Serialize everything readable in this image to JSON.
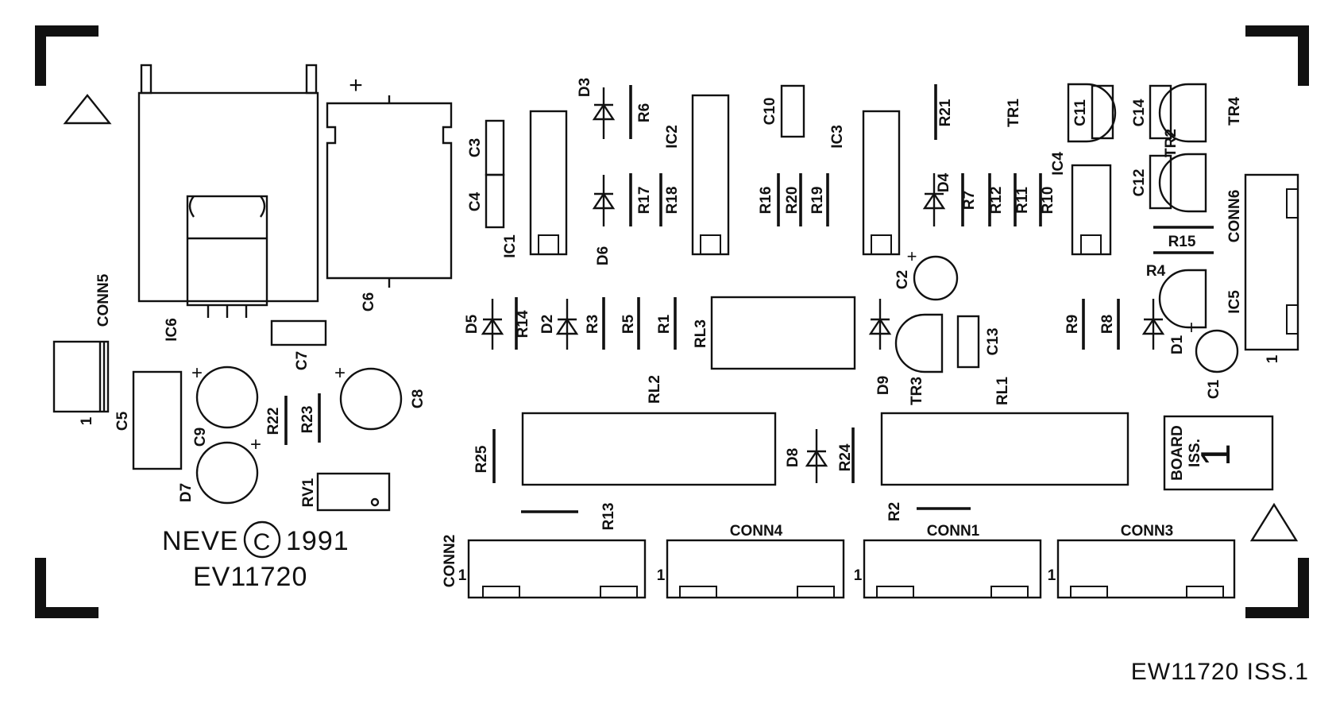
{
  "board": {
    "maker": "NEVE",
    "copyright_symbol": "C",
    "year": "1991",
    "part_number": "EV11720",
    "footer_ref": "EW11720 ISS.1",
    "issue_box": {
      "line1": "BOARD",
      "line2": "ISS.",
      "number": "1"
    }
  },
  "labels": {
    "IC1": "IC1",
    "IC2": "IC2",
    "IC3": "IC3",
    "IC4": "IC4",
    "IC5": "IC5",
    "IC6": "IC6",
    "C1": "C1",
    "C2": "C2",
    "C3": "C3",
    "C4": "C4",
    "C5": "C5",
    "C6": "C6",
    "C7": "C7",
    "C8": "C8",
    "C9": "C9",
    "C10": "C10",
    "C11": "C11",
    "C12": "C12",
    "C13": "C13",
    "C14": "C14",
    "D1": "D1",
    "D2": "D2",
    "D3": "D3",
    "D4": "D4",
    "D5": "D5",
    "D6": "D6",
    "D7": "D7",
    "D8": "D8",
    "D9": "D9",
    "R1": "R1",
    "R2": "R2",
    "R3": "R3",
    "R4": "R4",
    "R5": "R5",
    "R6": "R6",
    "R7": "R7",
    "R8": "R8",
    "R9": "R9",
    "R10": "R10",
    "R11": "R11",
    "R12": "R12",
    "R13": "R13",
    "R14": "R14",
    "R15": "R15",
    "R16": "R16",
    "R17": "R17",
    "R18": "R18",
    "R19": "R19",
    "R20": "R20",
    "R21": "R21",
    "R22": "R22",
    "R23": "R23",
    "R24": "R24",
    "R25": "R25",
    "RL1": "RL1",
    "RL2": "RL2",
    "RL3": "RL3",
    "TR1": "TR1",
    "TR2": "TR2",
    "TR3": "TR3",
    "TR4": "TR4",
    "RV1": "RV1",
    "CONN1": "CONN1",
    "CONN2": "CONN2",
    "CONN3": "CONN3",
    "CONN4": "CONN4",
    "CONN5": "CONN5",
    "CONN6": "CONN6"
  },
  "marks": {
    "plus": "+",
    "pin_one": "1"
  },
  "colors": {
    "ink": "#111111",
    "paper": "#ffffff"
  }
}
